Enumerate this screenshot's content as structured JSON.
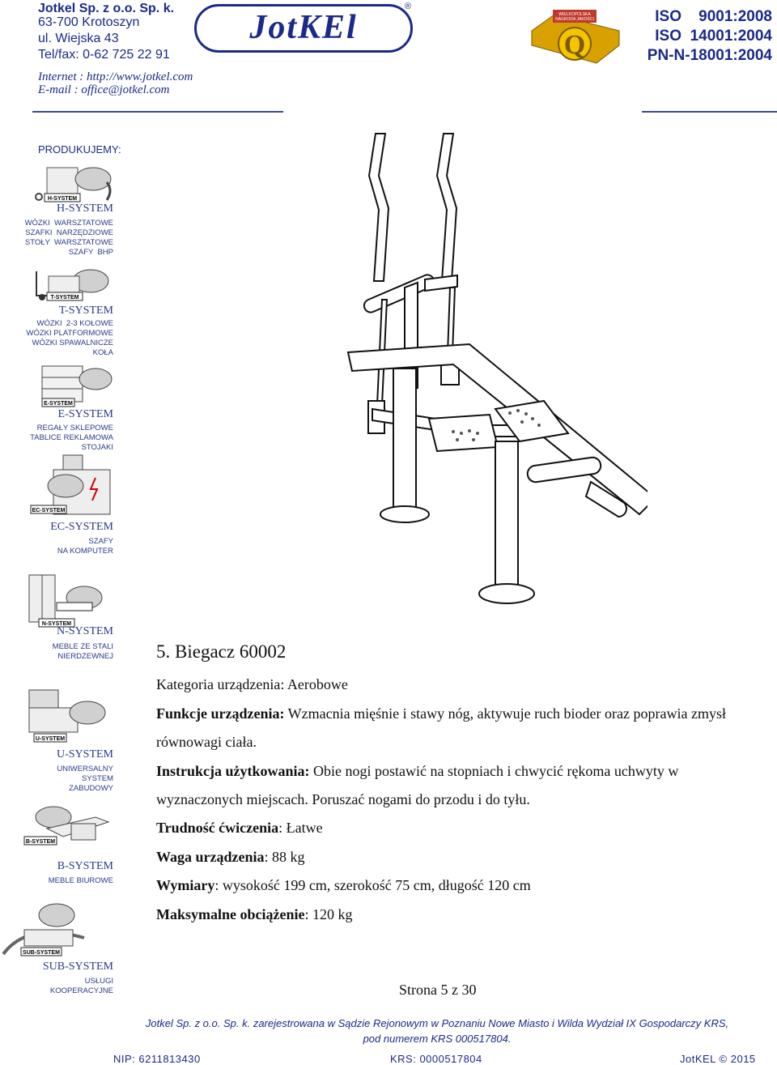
{
  "header": {
    "company": "Jotkel Sp. z o.o. Sp. k.",
    "city": "63-700 Krotoszyn",
    "street": "ul. Wiejska 43",
    "phone": "Tel/fax: 0-62 725 22 91",
    "internet": "Internet : http://www.jotkel.com",
    "email": "E-mail : office@jotkel.com",
    "logo": "JotKEl",
    "reg_mark": "®",
    "badge_text": "WIELKOPOLSKA NAGRODA JAKOŚCI",
    "iso1": "ISO    9001:2008",
    "iso2": "ISO  14001:2004",
    "iso3": "PN-N-18001:2004"
  },
  "sidebar": {
    "heading": "PRODUKUJEMY:",
    "systems": [
      {
        "name": "H-SYSTEM",
        "tag": "H-SYSTEM",
        "items": "WÓZKI  WARSZTATOWE\nSZAFKI  NARZĘDZIOWE\nSTOŁY  WARSZTATOWE\nSZAFY  BHP"
      },
      {
        "name": "T-SYSTEM",
        "tag": "T-SYSTEM",
        "items": "WÓZKI  2-3 KOŁOWE\nWÓZKI PLATFORMOWE\nWÓZKI SPAWALNICZE\nKOŁA"
      },
      {
        "name": "E-SYSTEM",
        "tag": "E-SYSTEM",
        "items": "REGAŁY SKLEPOWE\nTABLICE REKLAMOWA\nSTOJAKI"
      },
      {
        "name": "EC-SYSTEM",
        "tag": "EC-SYSTEM",
        "items": "SZAFY\nNA KOMPUTER"
      },
      {
        "name": "N-SYSTEM",
        "tag": "N-SYSTEM",
        "items": "MEBLE ZE STALI\nNIERDZEWNEJ"
      },
      {
        "name": "U-SYSTEM",
        "tag": "U-SYSTEM",
        "items": "UNIWERSALNY\nSYSTEM\nZABUDOWY"
      },
      {
        "name": "B-SYSTEM",
        "tag": "B-SYSTEM",
        "items": "MEBLE BIUROWE"
      },
      {
        "name": "SUB-SYSTEM",
        "tag": "SUB-SYSTEM",
        "items": "USŁUGI\nKOOPERACYJNE"
      }
    ]
  },
  "main": {
    "title": "5.  Biegacz 60002",
    "kategoria_label": "Kategoria urządzenia: Aerobowe",
    "funkcje_label": "Funkcje urządzenia:",
    "funkcje_text": " Wzmacnia mięśnie i stawy nóg, aktywuje ruch bioder oraz poprawia zmysł równowagi ciała.",
    "instrukcja_label": "Instrukcja użytkowania:",
    "instrukcja_text": " Obie nogi postawić na stopniach i chwycić rękoma uchwyty w wyznaczonych miejscach. Poruszać nogami do przodu i do tyłu.",
    "trudnosc_label": "Trudność ćwiczenia",
    "trudnosc_text": ": Łatwe",
    "waga_label": "Waga urządzenia",
    "waga_text": ": 88 kg",
    "wymiary_label": "Wymiary",
    "wymiary_text": ": wysokość 199 cm, szerokość 75 cm, długość 120 cm",
    "obciazenie_label": "Maksymalne obciążenie",
    "obciazenie_text": ": 120 kg",
    "page": "Strona 5 z 30"
  },
  "footer": {
    "line1": "Jotkel Sp. z o.o. Sp. k. zarejestrowana w Sądzie Rejonowym w Poznaniu Nowe Miasto i Wilda Wydział IX Gospodarczy KRS,",
    "line2": "pod numerem KRS 000517804.",
    "nip": "NIP:  6211813430",
    "krs": "KRS:  0000517804",
    "copy": "JotKEL © 2015"
  }
}
